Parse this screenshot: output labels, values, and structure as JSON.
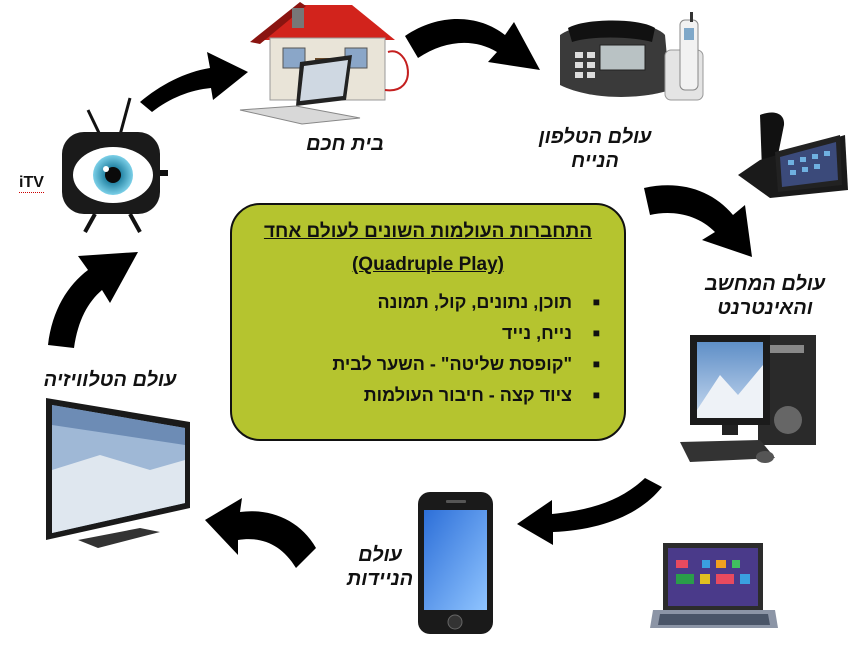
{
  "center": {
    "title": "התחברות העולמות השונים לעולם אחד",
    "subtitle": "(Quadruple Play)",
    "bullets": [
      "תוכן, נתונים, קול, תמונה",
      "נייח, נייד",
      "\"קופסת שליטה\" - השער לבית",
      "ציוד קצה - חיבור העולמות"
    ]
  },
  "labels": {
    "smart_home": "בית חכם",
    "phone_line1": "עולם הטלפון",
    "phone_line2": "הנייח",
    "computer_line1": "עולם המחשב",
    "computer_line2": "והאינטרנט",
    "mobile_line1": "עולם",
    "mobile_line2": "הניידות",
    "tv": "עולם הטלוויזיה",
    "itv": "iTV"
  },
  "colors": {
    "box": "#b5c42f",
    "arrow": "#000000"
  },
  "icons": [
    "house-laptop-icon",
    "desk-phone-icon",
    "video-phone-icon",
    "desktop-computer-icon",
    "tablet-laptop-icon",
    "smartphone-icon",
    "flat-tv-icon",
    "eye-tv-icon"
  ]
}
